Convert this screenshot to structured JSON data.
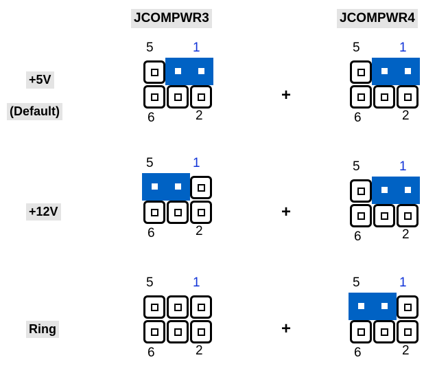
{
  "headers": {
    "left": "JCOMPWR3",
    "right": "JCOMPWR4"
  },
  "pin_labels": {
    "top_left": "5",
    "top_right": "1",
    "bottom_left": "6",
    "bottom_right": "2"
  },
  "plus_sign": "+",
  "rows": [
    {
      "label_lines": [
        "+5V",
        "(Default)"
      ],
      "jcompwr3_cap": "pins 1-3",
      "jcompwr4_cap": "pins 1-3"
    },
    {
      "label_lines": [
        "+12V"
      ],
      "jcompwr3_cap": "pins 3-5",
      "jcompwr4_cap": "pins 1-3"
    },
    {
      "label_lines": [
        "Ring"
      ],
      "jcompwr3_cap": "none",
      "jcompwr4_cap": "pins 3-5"
    }
  ],
  "colors": {
    "jumper_cap": "#0062c4",
    "pin1_label": "#1033d8",
    "label_highlight": "#e4e4e4"
  }
}
